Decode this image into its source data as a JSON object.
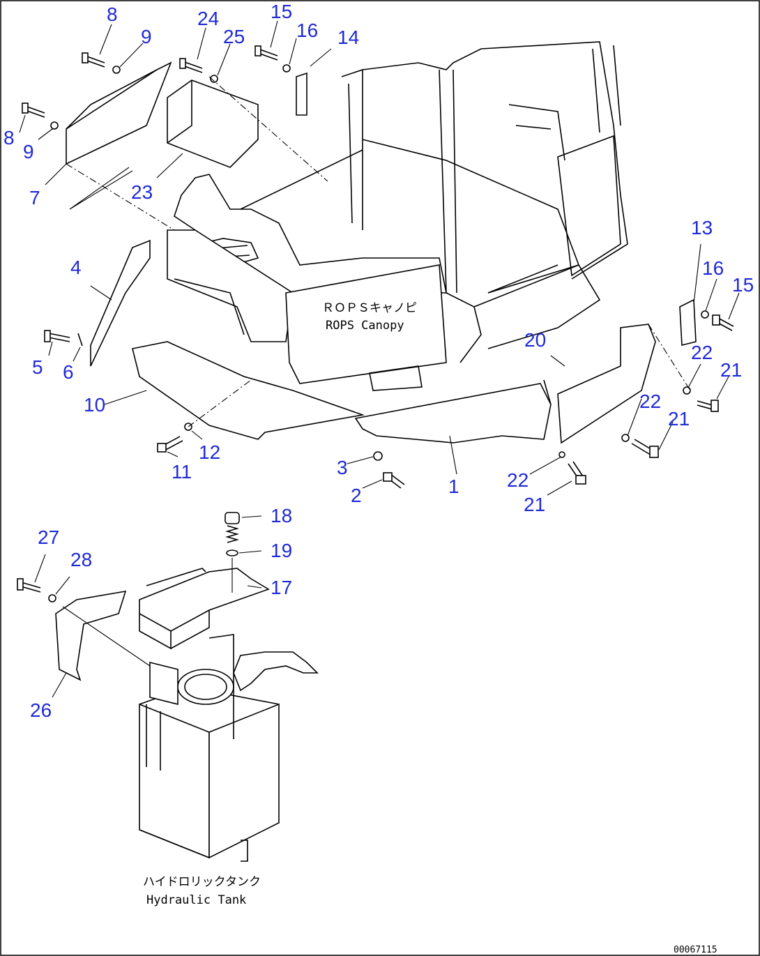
{
  "drawing": {
    "drawing_number": "00067115",
    "canopy_label_jp": "ＲＯＰＳキャノピ",
    "canopy_label_en": "ROPS Canopy",
    "tank_label_jp": "ハイドロリックタンク",
    "tank_label_en": "Hydraulic Tank",
    "callout_color": "#1f2ad6",
    "callouts": [
      "8",
      "9",
      "24",
      "25",
      "15",
      "16",
      "14",
      "8",
      "9",
      "7",
      "23",
      "4",
      "5",
      "6",
      "10",
      "11",
      "12",
      "3",
      "2",
      "1",
      "13",
      "16",
      "15",
      "20",
      "22",
      "21",
      "22",
      "21",
      "22",
      "21",
      "18",
      "19",
      "17",
      "27",
      "28",
      "26"
    ]
  }
}
